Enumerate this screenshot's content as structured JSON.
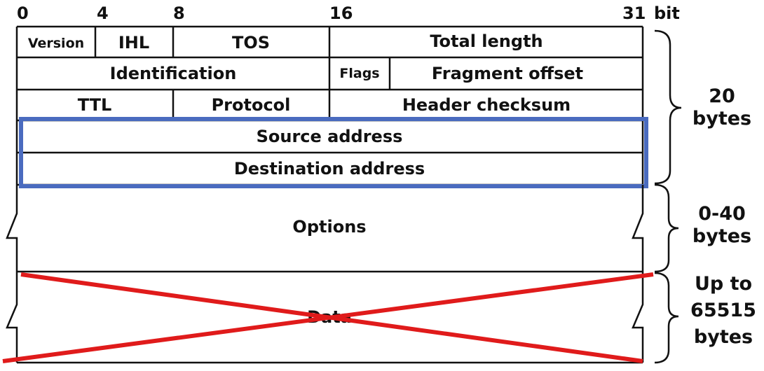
{
  "bit_ticks": [
    {
      "label": "0"
    },
    {
      "label": "4"
    },
    {
      "label": "8"
    },
    {
      "label": "16"
    },
    {
      "label": "31"
    }
  ],
  "bit_unit": "bit",
  "fields": {
    "version": "Version",
    "ihl": "IHL",
    "tos": "TOS",
    "total_length": "Total length",
    "identification": "Identification",
    "flags": "Flags",
    "fragment_offset": "Fragment offset",
    "ttl": "TTL",
    "protocol": "Protocol",
    "header_checksum": "Header checksum",
    "source_address": "Source address",
    "destination_address": "Destination address",
    "options": "Options",
    "data": "Data"
  },
  "brackets": {
    "header": [
      "20",
      "bytes"
    ],
    "options": [
      "0-40",
      "bytes"
    ],
    "data": [
      "Up to",
      "65515",
      "bytes"
    ]
  },
  "colors": {
    "highlight": "#4a6bbf",
    "cross": "#e01b1b",
    "line": "#111111"
  }
}
